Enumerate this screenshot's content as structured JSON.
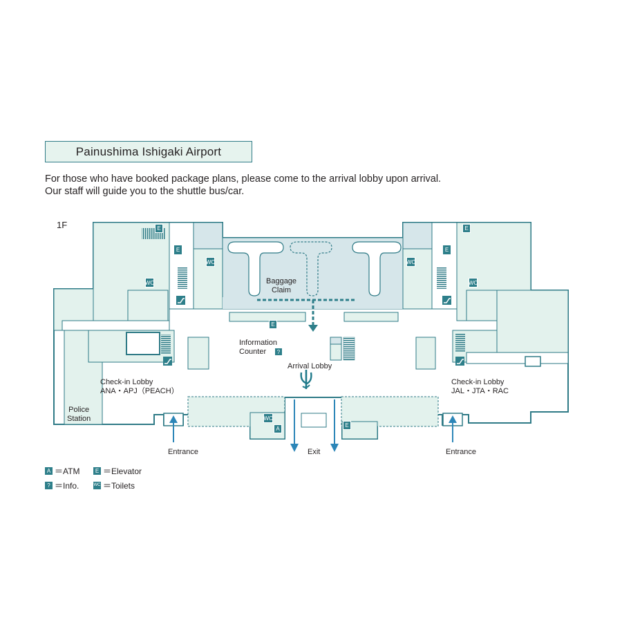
{
  "title": "Painushima Ishigaki Airport",
  "intro": [
    "For those who have booked package plans, please come to the arrival lobby upon arrival.",
    "Our staff will guide you to the shuttle bus/car."
  ],
  "floor": "1F",
  "labels": {
    "baggage_claim": [
      "Baggage",
      "Claim"
    ],
    "information_counter": [
      "Information",
      "Counter"
    ],
    "arrival_lobby": "Arrival Lobby",
    "checkin_left": [
      "Check-in Lobby",
      "ANA・APJ（PEACH）"
    ],
    "checkin_right": [
      "Check-in Lobby",
      "JAL・JTA・RAC"
    ],
    "police_station": [
      "Police",
      "Station"
    ],
    "entrance_left": "Entrance",
    "entrance_right": "Entrance",
    "exit": "Exit"
  },
  "icons": {
    "atm": "A",
    "elevator": "E",
    "info": "?",
    "toilet": "WC"
  },
  "legend": [
    {
      "chip": "A",
      "text": "＝ATM"
    },
    {
      "chip": "E",
      "text": "＝Elevator"
    },
    {
      "chip": "?",
      "text": "＝Info."
    },
    {
      "chip": "WC",
      "text": "＝Toilets"
    }
  ],
  "colors": {
    "wall": "#2e7a86",
    "room_fill": "#e3f2ed",
    "baggage_fill": "#d6e6ea",
    "accent": "#2e7f8a",
    "arrow": "#2c86b8"
  }
}
